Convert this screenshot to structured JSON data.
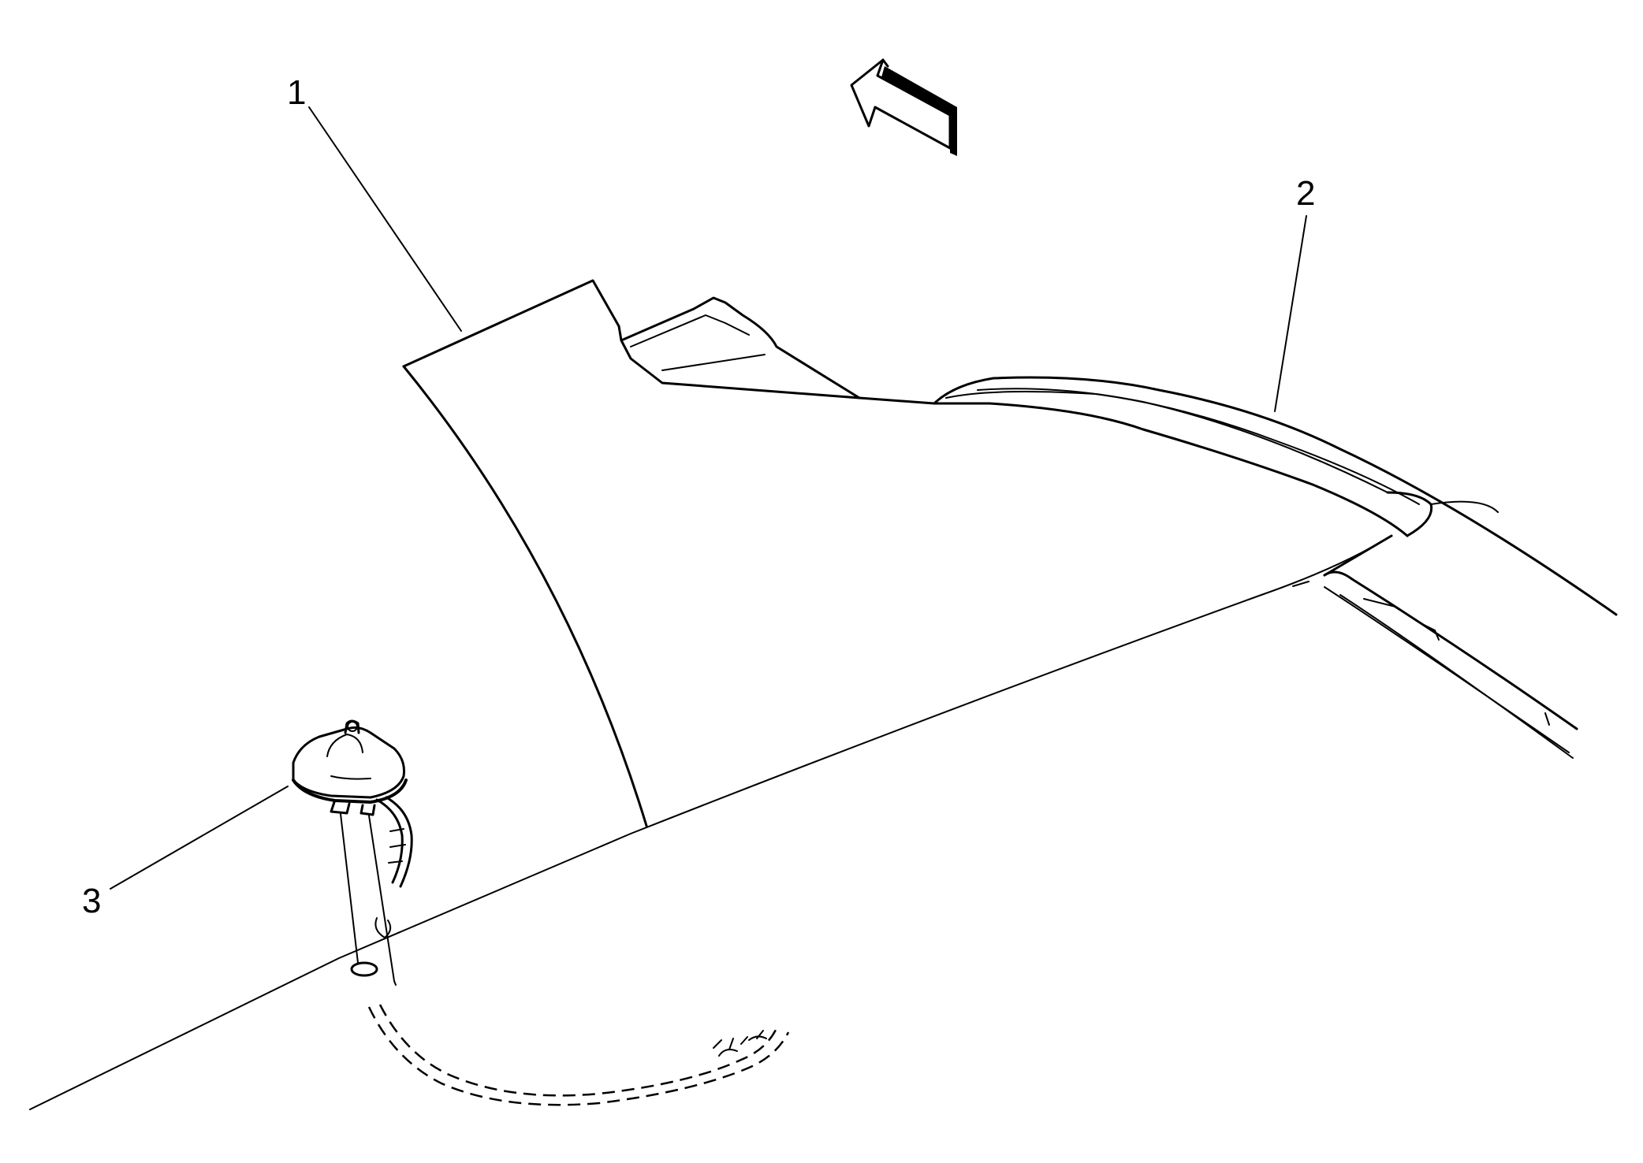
{
  "callouts": {
    "one": "1",
    "two": "2",
    "three": "3"
  },
  "ink_color": "#000000",
  "background_color": "#ffffff"
}
